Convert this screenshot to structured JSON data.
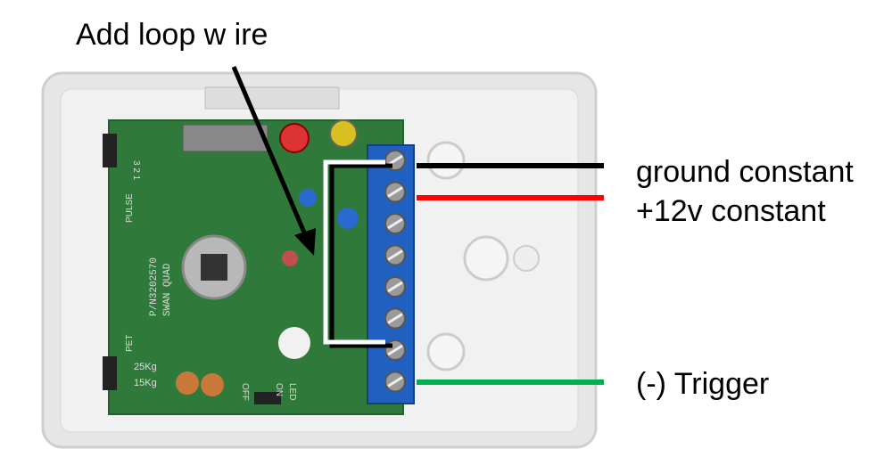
{
  "annotations": {
    "title": "Add loop w ire",
    "ground": "ground constant",
    "power": "+12v constant",
    "trigger": "(-) Trigger"
  },
  "board_text": {
    "model": "SWAN QUAD",
    "part": "P/N3202570",
    "pulse": "PULSE",
    "pet": "PET",
    "w25": "25Kg",
    "w15": "15Kg",
    "off": "OFF",
    "on": "ON",
    "led": "LED",
    "jumper": "3 2 1"
  },
  "colors": {
    "ground_wire": "#000000",
    "power_wire": "#ff0000",
    "trigger_wire": "#00b050",
    "board": "#2f7a3a",
    "terminal": "#2060c0",
    "housing": "#e8e8e8"
  }
}
